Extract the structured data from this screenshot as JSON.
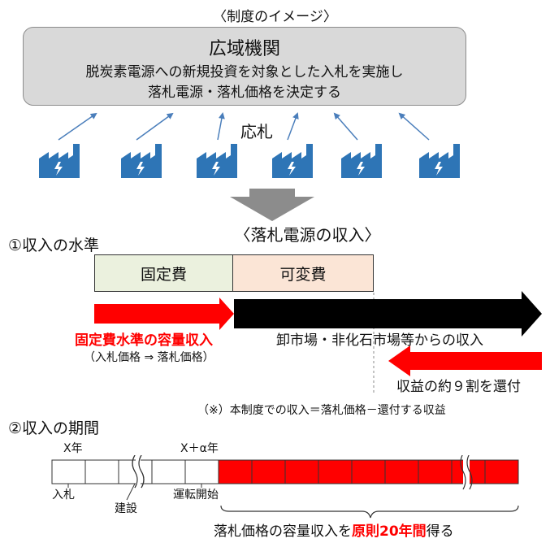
{
  "header": {
    "title": "〈制度のイメージ〉"
  },
  "agency": {
    "name": "広域機関",
    "desc_line1": "脱炭素電源への新規投資を対象とした入札を実施し",
    "desc_line2": "落札電源・落札価格を決定する"
  },
  "bid_label": "応札",
  "income": {
    "title": "〈落札電源の収入〉",
    "level_heading": "①収入の水準",
    "fixed_cost_label": "固定費",
    "variable_cost_label": "可変費",
    "capacity_income_label": "固定費水準の容量収入",
    "bid_to_award": "（入札価格 ⇒ 落札価格）",
    "market_income_label": "卸市場・非化石市場等からの収入",
    "refund_label": "収益の約９割を還付",
    "note": "（※）本制度での収入＝落札価格－還付する収益"
  },
  "period": {
    "heading": "②収入の期間",
    "x_year": "X年",
    "x_alpha_year": "X＋α年",
    "bid_label": "入札",
    "construction_label": "建設",
    "operation_start_label": "運転開始",
    "bottom_prefix": "落札価格の容量収入を",
    "bottom_highlight": "原則20年間",
    "bottom_suffix": "得る"
  },
  "colors": {
    "factory_blue": "#2e75b6",
    "arrow_blue": "#4a7ebb",
    "red": "#ff0000",
    "fixed_fill": "#ebf1de",
    "variable_fill": "#fbe5d6",
    "agency_fill": "#d9d9d9"
  }
}
